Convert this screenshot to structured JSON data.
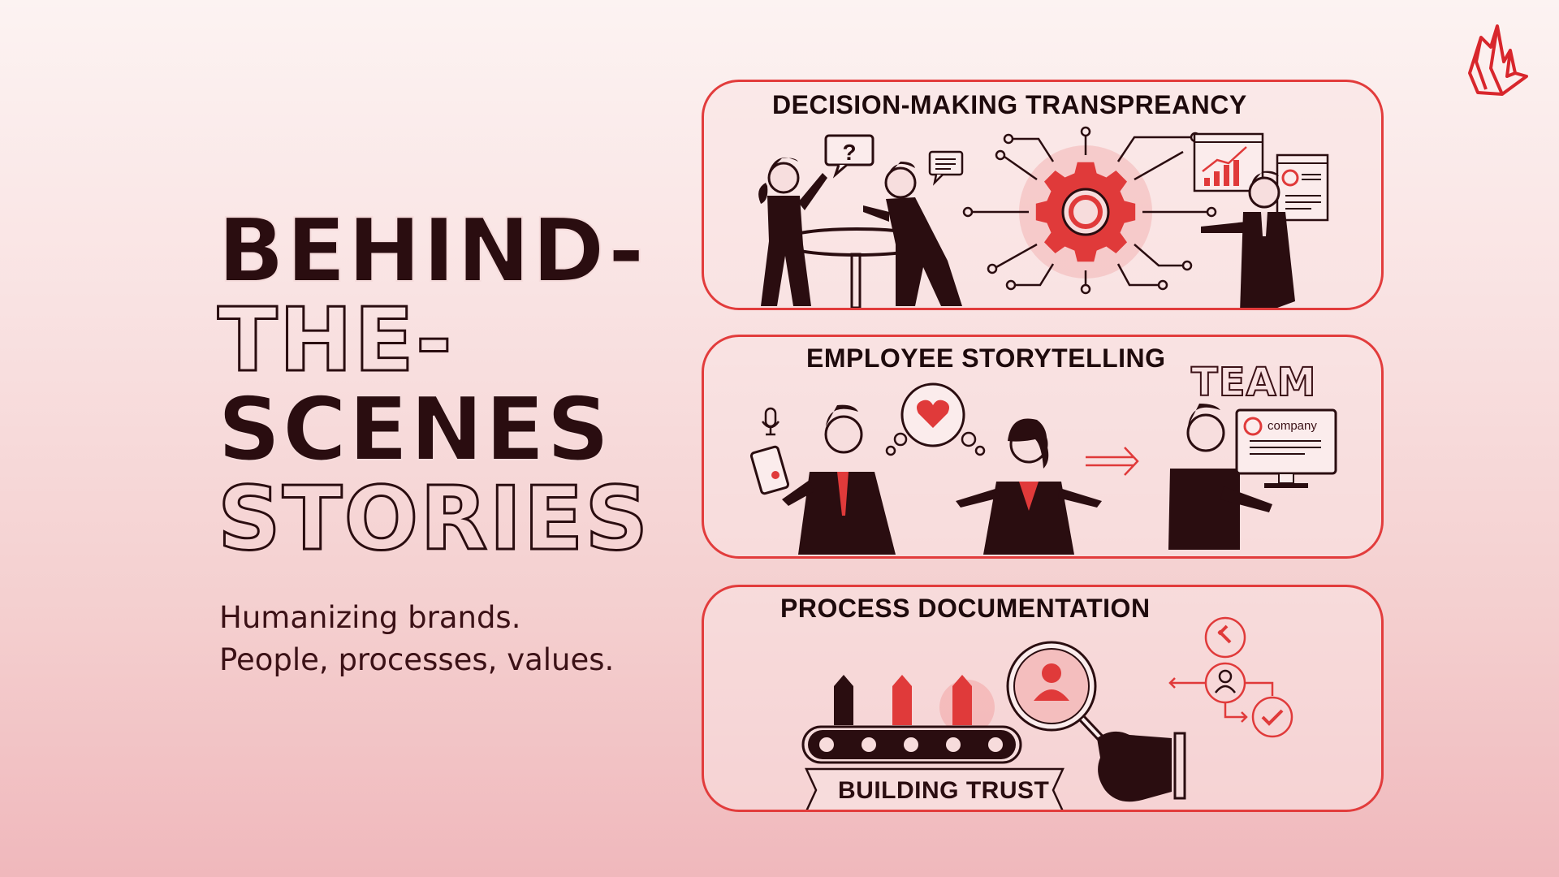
{
  "brand": {
    "logo_icon": "flame-logo-icon",
    "accent_color": "#e23c3c",
    "dark_color": "#2a0d10"
  },
  "title": {
    "lines": [
      "BEHIND-",
      "THE-",
      "SCENES",
      "STORIES"
    ],
    "styles": [
      "solid-inline",
      "outline",
      "solid-inline",
      "outline"
    ]
  },
  "subtitle": {
    "line1": "Humanizing brands.",
    "line2": "People, processes, values."
  },
  "panels": [
    {
      "title": "DECISION-MAKING TRANSPREANCY",
      "icons": [
        "question-speech-bubble-icon",
        "chat-bubble-icon",
        "gear-hub-icon",
        "bar-chart-window-icon",
        "pie-chart-document-icon"
      ],
      "figures": [
        "woman-pointing",
        "man-pointing-at-table",
        "presenter-man"
      ]
    },
    {
      "title": "EMPLOYEE STORYTELLING",
      "badge_text": "TEAM",
      "screen_label": "company",
      "icons": [
        "microphone-icon",
        "tablet-icon",
        "heart-thought-bubble-icon",
        "arrow-right-icon",
        "monitor-icon"
      ],
      "figures": [
        "man-with-tablet",
        "woman-shrugging",
        "man-holding-monitor"
      ]
    },
    {
      "title": "PROCESS DOCUMENTATION",
      "banner_text": "BUILDING TRUST",
      "icons": [
        "conveyor-belt-icon",
        "arrow-up-icon",
        "magnifier-user-icon",
        "hand-icon",
        "wrench-icon",
        "user-node-icon",
        "checkmark-icon"
      ]
    }
  ]
}
